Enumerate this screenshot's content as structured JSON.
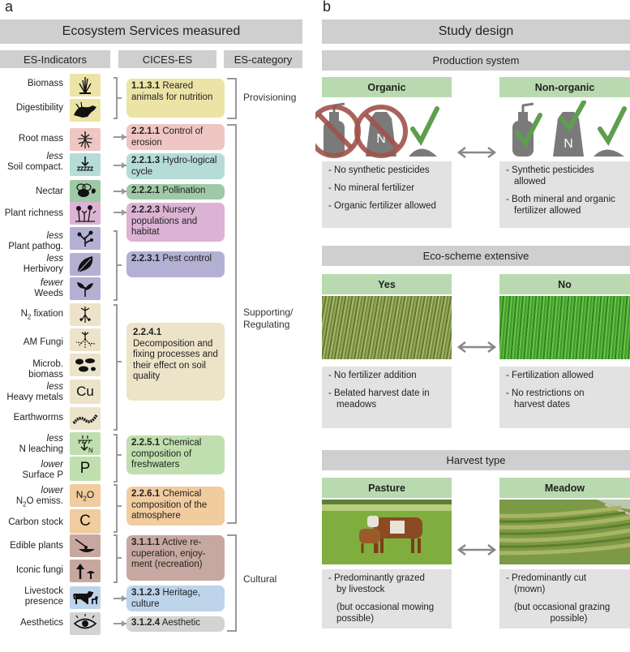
{
  "panel_a_label": "a",
  "panel_b_label": "b",
  "a": {
    "title": "Ecosystem Services measured",
    "col_indicators": "ES-Indicators",
    "col_cices": "CICES-ES",
    "col_category": "ES-category",
    "indicators": [
      {
        "pre": "",
        "name": "Biomass"
      },
      {
        "pre": "",
        "name": "Digestibility"
      },
      {
        "pre": "",
        "name": "Root mass"
      },
      {
        "pre": "less",
        "name": "Soil compact."
      },
      {
        "pre": "",
        "name": "Nectar"
      },
      {
        "pre": "",
        "name": "Plant richness"
      },
      {
        "pre": "less",
        "name": "Plant pathog."
      },
      {
        "pre": "less",
        "name": "Herbivory"
      },
      {
        "pre": "fewer",
        "name": "Weeds"
      },
      {
        "pre": "",
        "name": "N",
        "sub": "2",
        "post": " fixation"
      },
      {
        "pre": "",
        "name": "AM Fungi"
      },
      {
        "pre": "",
        "name": "Microb.",
        "name2": "biomass"
      },
      {
        "pre": "less",
        "name": "Heavy metals"
      },
      {
        "pre": "",
        "name": "Earthworms"
      },
      {
        "pre": "less",
        "name": "N leaching"
      },
      {
        "pre": "lower",
        "name": "Surface P"
      },
      {
        "pre": "lower",
        "name": "N",
        "sub": "2",
        "post": "O emiss."
      },
      {
        "pre": "",
        "name": "Carbon stock"
      },
      {
        "pre": "",
        "name": "Edible plants"
      },
      {
        "pre": "",
        "name": "Iconic fungi"
      },
      {
        "pre": "",
        "name": "Livestock",
        "name2": "presence"
      },
      {
        "pre": "",
        "name": "Aesthetics"
      }
    ],
    "icon_text": {
      "cu": "Cu",
      "p": "P",
      "n2o_n": "N",
      "n2o_sub": "2",
      "n2o_o": "O",
      "c": "C",
      "n_mark": "N"
    },
    "cices": [
      {
        "code": "1.1.3.1",
        "text": "Reared animals for nutrition",
        "color": "#ece4a6"
      },
      {
        "code": "2.2.1.1",
        "text": "Control of erosion",
        "color": "#efc6c3"
      },
      {
        "code": "2.2.1.3",
        "text": "Hydro-logical cycle",
        "color": "#b6dcd7"
      },
      {
        "code": "2.2.2.1",
        "text": "Pollination",
        "color": "#9fc9a6"
      },
      {
        "code": "2.2.2.3",
        "text": "Nursery populations and habitat",
        "color": "#dcb3d4"
      },
      {
        "code": "2.2.3.1",
        "text": "Pest control",
        "color": "#b4b0d4"
      },
      {
        "code": "2.2.4.1",
        "text": "Decomposition and fixing processes and their effect on soil quality",
        "color": "#ede3c9"
      },
      {
        "code": "2.2.5.1",
        "text": "Chemical composition of freshwaters",
        "color": "#c0dfae"
      },
      {
        "code": "2.2.6.1",
        "text": "Chemical composition of the atmosphere",
        "color": "#f1cc9f"
      },
      {
        "code": "3.1.1.1",
        "text": "Active re-cuperation, enjoy-ment (recreation)",
        "color": "#c7a8a0"
      },
      {
        "code": "3.1.2.3",
        "text": "Heritage, culture",
        "color": "#bdd4ea"
      },
      {
        "code": "3.1.2.4",
        "text": "Aesthetic",
        "color": "#d3d3d3"
      }
    ],
    "categories": [
      "Provisioning",
      "Supporting/",
      "Regulating",
      "Cultural"
    ]
  },
  "b": {
    "title": "Study design",
    "production": {
      "title": "Production system",
      "organic_label": "Organic",
      "nonorganic_label": "Non-organic",
      "organic_points": [
        "- No synthetic pesticides",
        "- No mineral fertilizer",
        "- Organic fertilizer allowed"
      ],
      "nonorganic_points": [
        "- Synthetic pesticides",
        "allowed",
        "- Both mineral and organic",
        "fertilizer allowed"
      ],
      "bag_letter": "N"
    },
    "eco": {
      "title": "Eco-scheme extensive",
      "yes_label": "Yes",
      "no_label": "No",
      "yes_points": [
        "- No fertilizer addition",
        "- Belated harvest date in",
        "meadows"
      ],
      "no_points": [
        "- Fertilization allowed",
        "- No restrictions on",
        "harvest dates"
      ]
    },
    "harvest": {
      "title": "Harvest type",
      "pasture_label": "Pasture",
      "meadow_label": "Meadow",
      "pasture_points": [
        "- Predominantly grazed",
        "by livestock",
        "(but occasional mowing",
        "possible)"
      ],
      "meadow_points": [
        "- Predominantly cut",
        "(mown)",
        "(but occasional grazing",
        "possible)"
      ]
    }
  },
  "colors": {
    "header_gray": "#cfcfcf",
    "box_gray": "#e2e2e2",
    "green_label": "#b9dab0",
    "check_green": "#5e9e4e",
    "ban_red": "#a0524b"
  }
}
